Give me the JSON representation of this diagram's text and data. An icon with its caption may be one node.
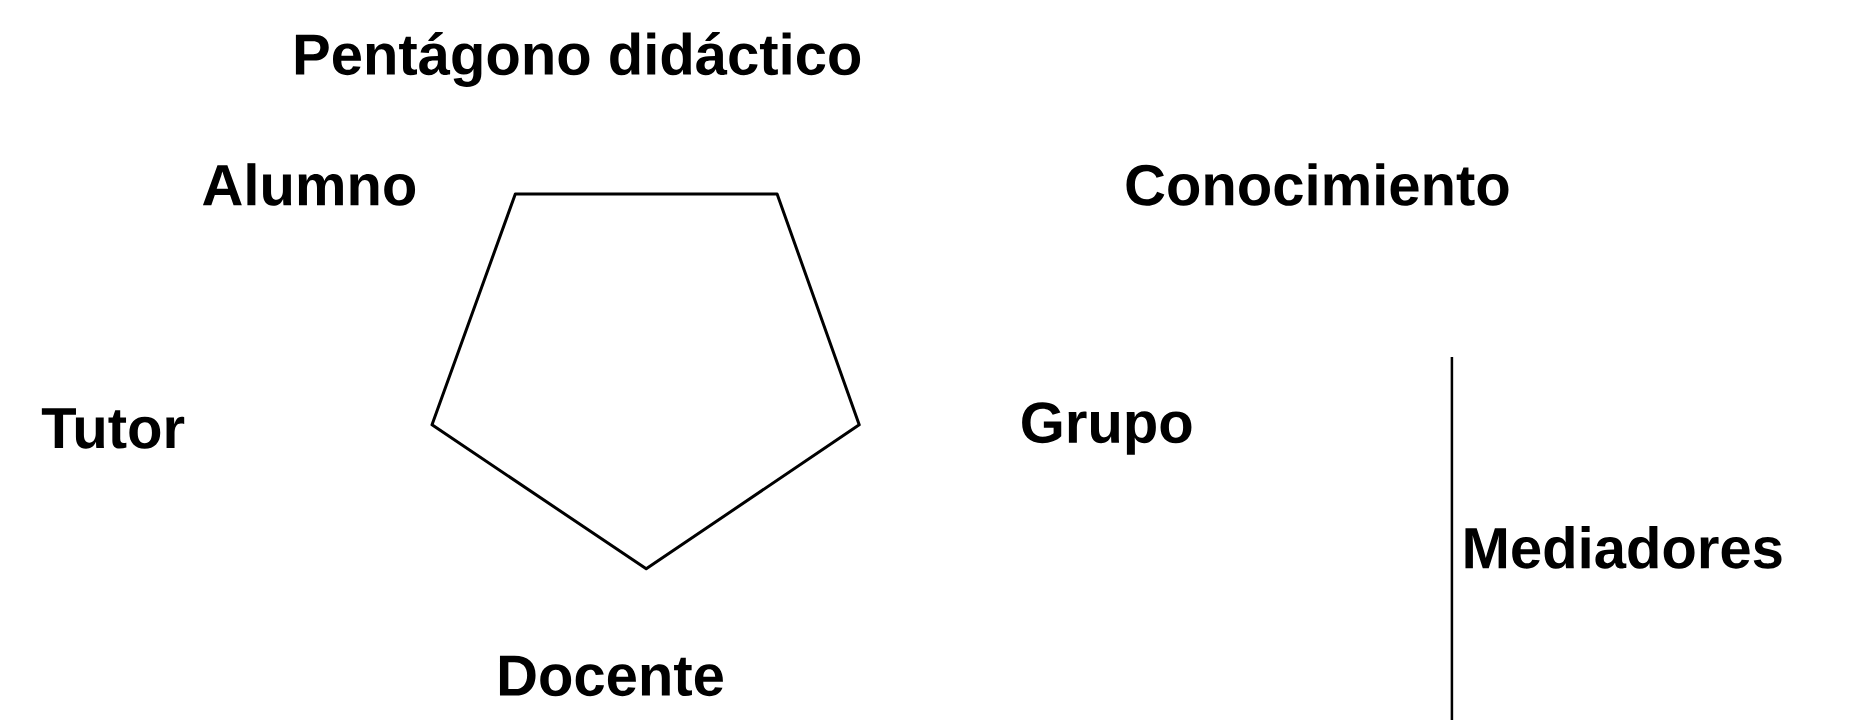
{
  "diagram": {
    "title": "Pentágono didáctico",
    "labels": [
      "Alumno",
      "Conocimiento",
      "Tutor",
      "Grupo",
      "Mediadores",
      "Docente"
    ]
  }
}
